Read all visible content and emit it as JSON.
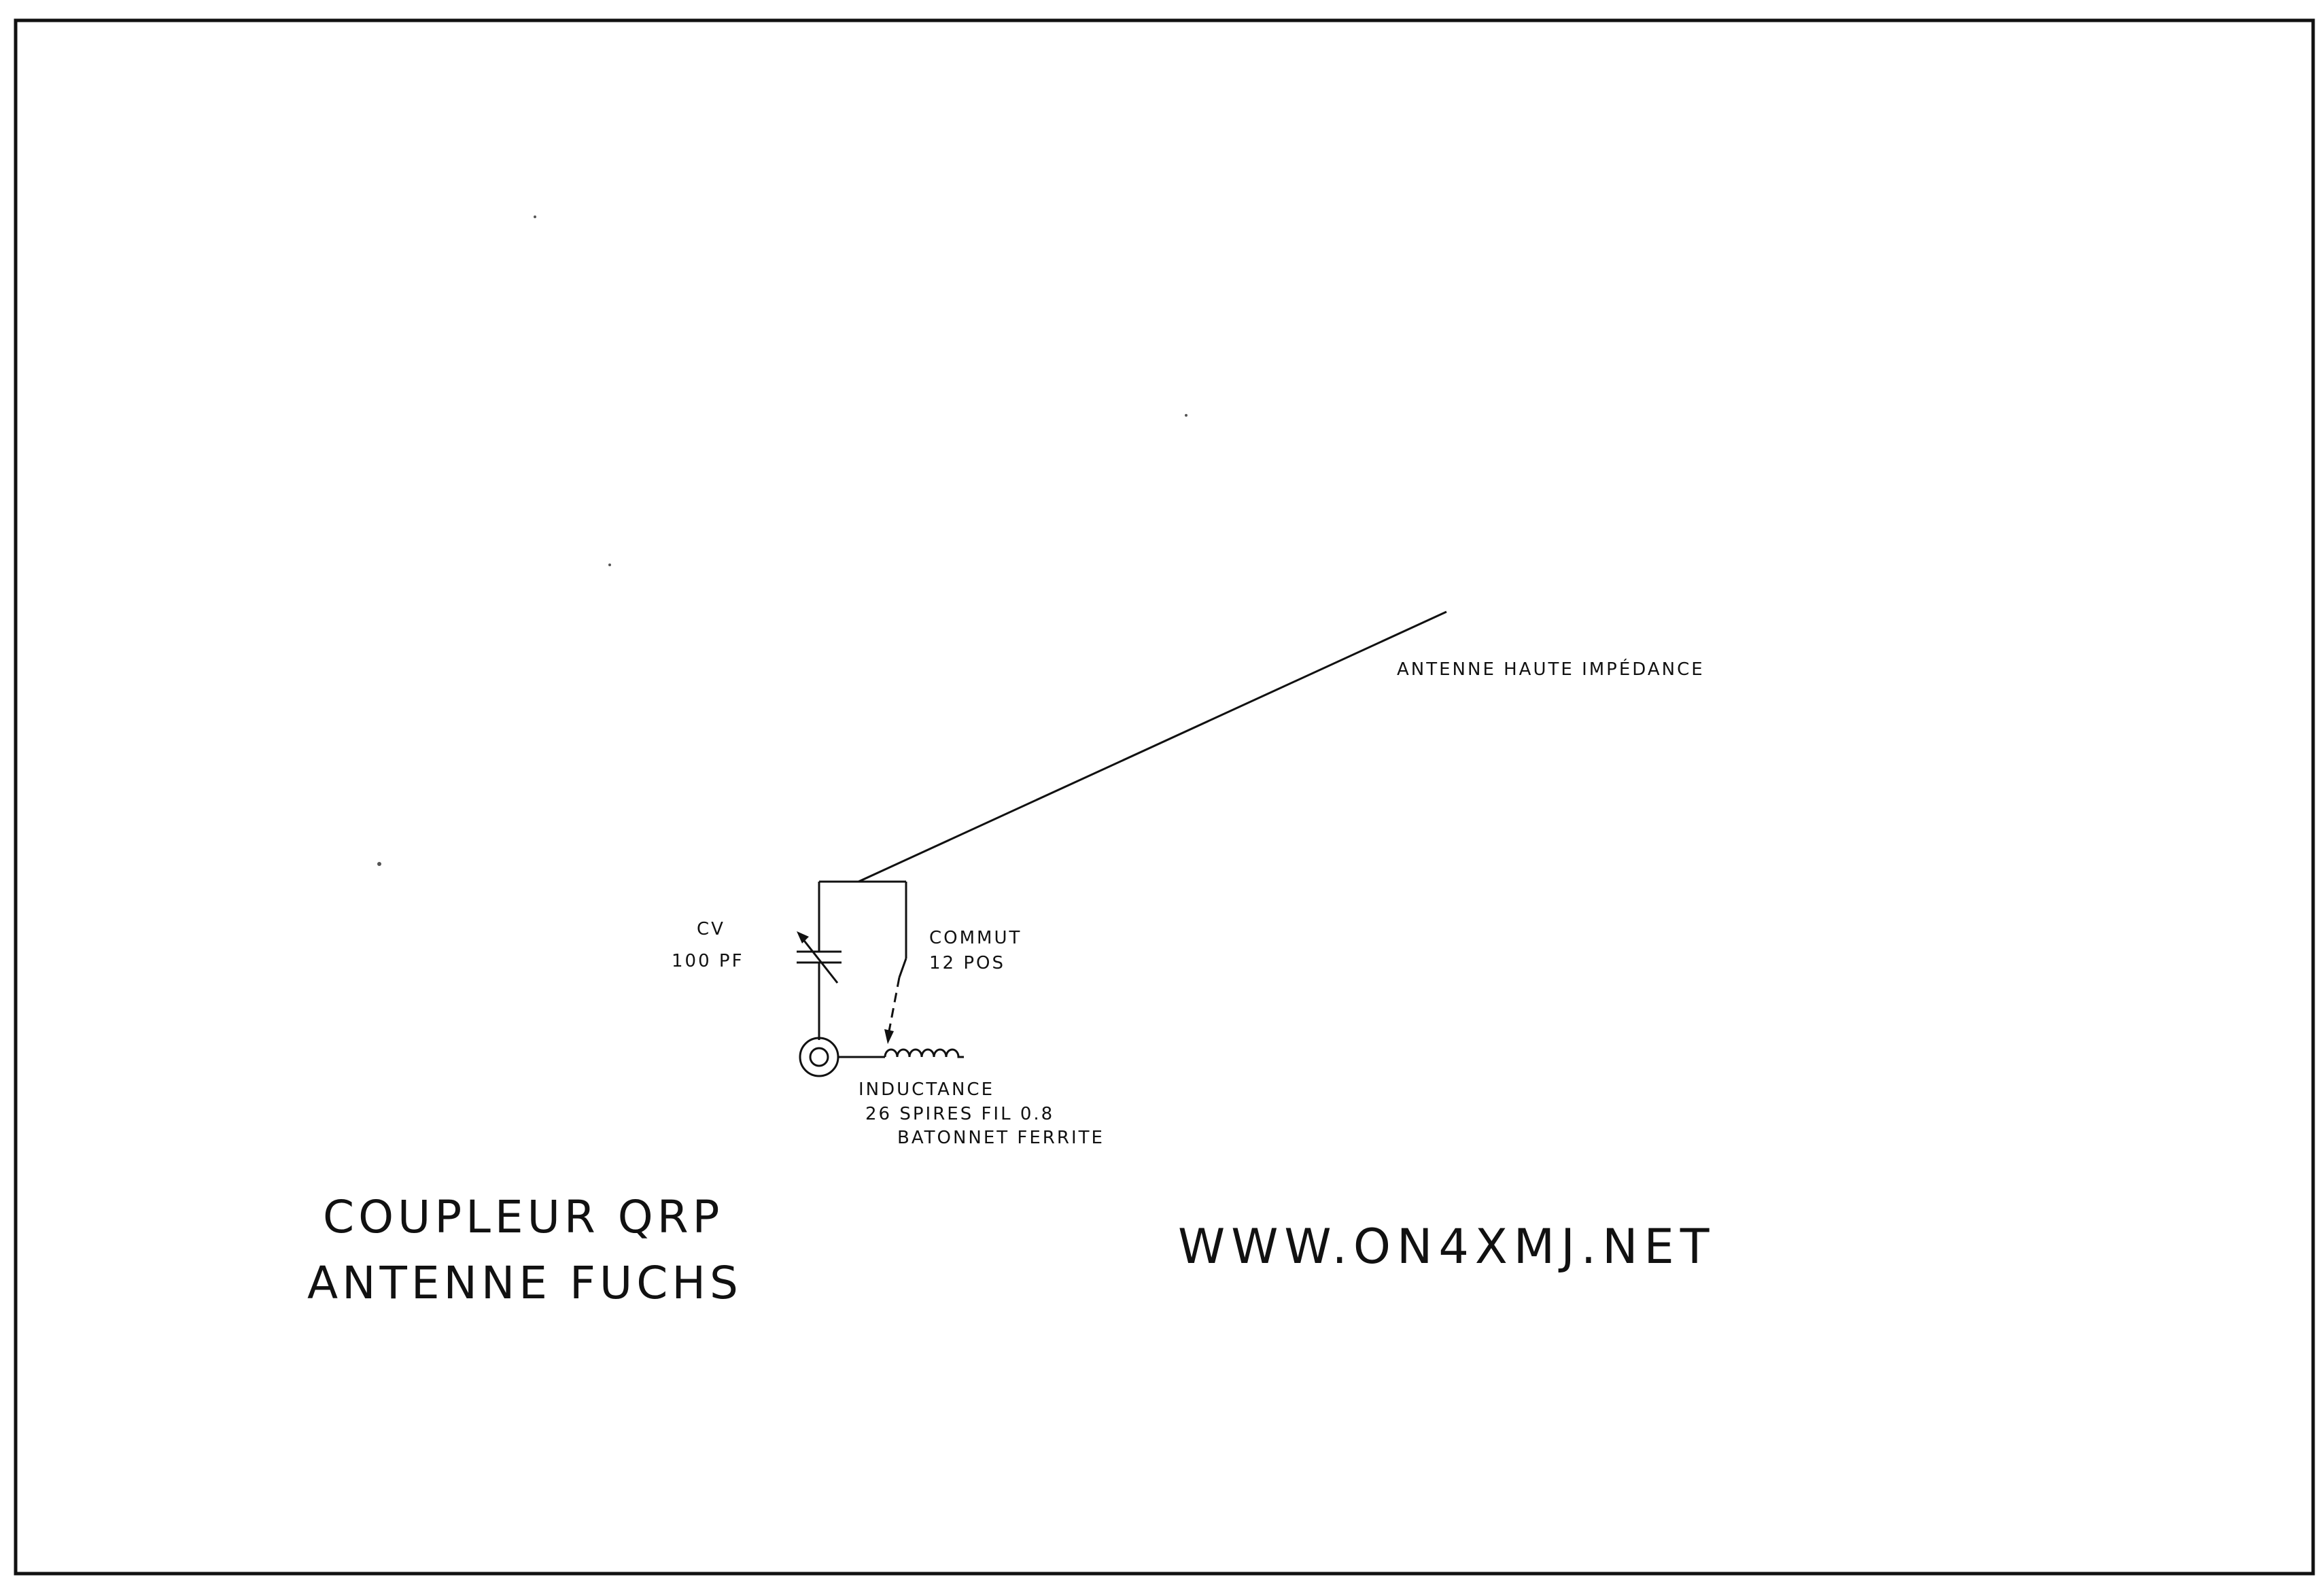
{
  "labels": {
    "antenna": "ANTENNE HAUTE IMPÉDANCE",
    "cv_name": "CV",
    "cv_value": "100 PF",
    "commut_name": "COMMUT",
    "commut_value": "12 POS",
    "inductance_line1": "INDUCTANCE",
    "inductance_line2": "26 SPIRES FIL 0.8",
    "inductance_line3": "BATONNET FERRITE"
  },
  "title": {
    "line1": "COUPLEUR QRP",
    "line2": "ANTENNE FUCHS"
  },
  "website": "WWW.ON4XMJ.NET"
}
